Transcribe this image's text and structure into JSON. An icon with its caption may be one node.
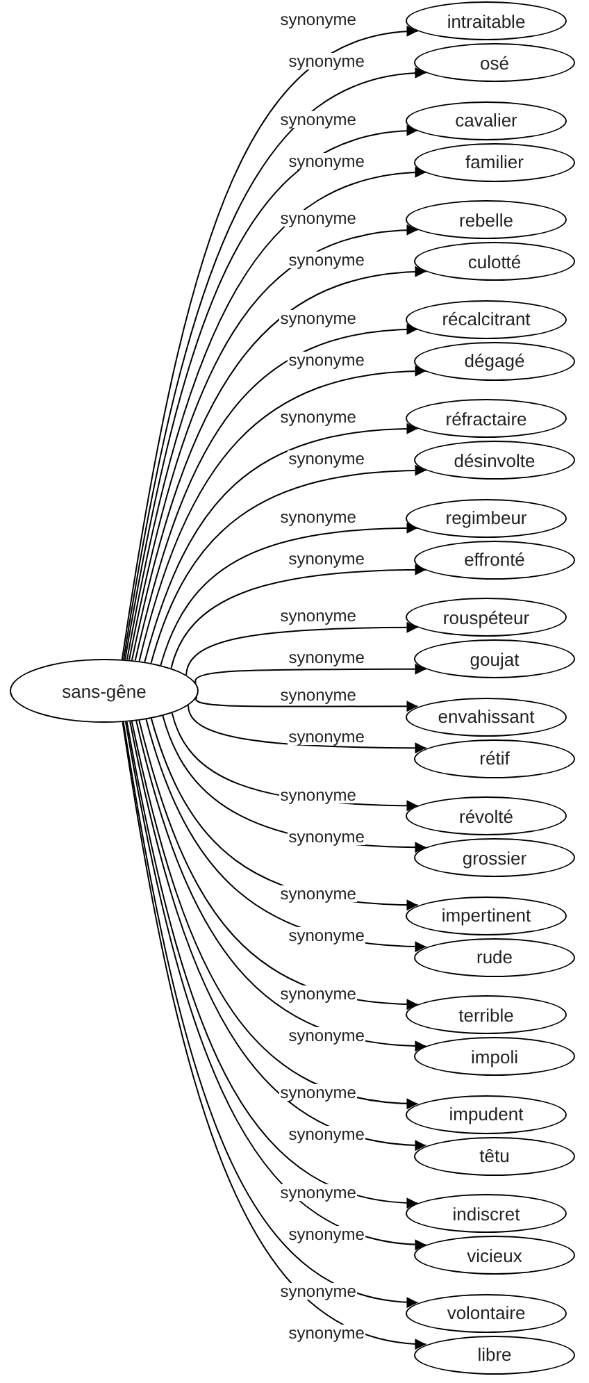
{
  "diagram": {
    "nodes": [
      {
        "text": [
          "sans-gêne"
        ]
      },
      {
        "text": [
          "intraitable"
        ]
      },
      {
        "text": [
          "osé"
        ]
      },
      {
        "text": [
          "cavalier"
        ]
      },
      {
        "text": [
          "familier"
        ]
      },
      {
        "text": [
          "rebelle"
        ]
      },
      {
        "text": [
          "culotté"
        ]
      },
      {
        "text": [
          "récalcitrant"
        ]
      },
      {
        "text": [
          "dégagé"
        ]
      },
      {
        "text": [
          "réfractaire"
        ]
      },
      {
        "text": [
          "désinvolte"
        ]
      },
      {
        "text": [
          "regimbeur"
        ]
      },
      {
        "text": [
          "effronté"
        ]
      },
      {
        "text": [
          "rouspéteur"
        ]
      },
      {
        "text": [
          "goujat"
        ]
      },
      {
        "text": [
          "envahissant"
        ]
      },
      {
        "text": [
          "rétif"
        ]
      },
      {
        "text": [
          "révolté"
        ]
      },
      {
        "text": [
          "grossier"
        ]
      },
      {
        "text": [
          "impertinent"
        ]
      },
      {
        "text": [
          "rude"
        ]
      },
      {
        "text": [
          "terrible"
        ]
      },
      {
        "text": [
          "impoli"
        ]
      },
      {
        "text": [
          "impudent"
        ]
      },
      {
        "text": [
          "têtu"
        ]
      },
      {
        "text": [
          "indiscret"
        ]
      },
      {
        "text": [
          "vicieux"
        ]
      },
      {
        "text": [
          "volontaire"
        ]
      },
      {
        "text": [
          "libre"
        ]
      }
    ],
    "edges": [
      {
        "from": 0,
        "to": 1,
        "arrow": "to",
        "label": "synonyme"
      },
      {
        "from": 0,
        "to": 2,
        "arrow": "to",
        "label": "synonyme"
      },
      {
        "from": 0,
        "to": 3,
        "arrow": "to",
        "label": "synonyme"
      },
      {
        "from": 0,
        "to": 4,
        "arrow": "to",
        "label": "synonyme"
      },
      {
        "from": 0,
        "to": 5,
        "arrow": "to",
        "label": "synonyme"
      },
      {
        "from": 0,
        "to": 6,
        "arrow": "to",
        "label": "synonyme"
      },
      {
        "from": 0,
        "to": 7,
        "arrow": "to",
        "label": "synonyme"
      },
      {
        "from": 0,
        "to": 8,
        "arrow": "to",
        "label": "synonyme"
      },
      {
        "from": 0,
        "to": 9,
        "arrow": "to",
        "label": "synonyme"
      },
      {
        "from": 0,
        "to": 10,
        "arrow": "to",
        "label": "synonyme"
      },
      {
        "from": 0,
        "to": 11,
        "arrow": "to",
        "label": "synonyme"
      },
      {
        "from": 0,
        "to": 12,
        "arrow": "to",
        "label": "synonyme"
      },
      {
        "from": 0,
        "to": 13,
        "arrow": "to",
        "label": "synonyme"
      },
      {
        "from": 0,
        "to": 14,
        "arrow": "to",
        "label": "synonyme"
      },
      {
        "from": 0,
        "to": 15,
        "arrow": "to",
        "label": "synonyme"
      },
      {
        "from": 0,
        "to": 16,
        "arrow": "to",
        "label": "synonyme"
      },
      {
        "from": 0,
        "to": 17,
        "arrow": "to",
        "label": "synonyme"
      },
      {
        "from": 0,
        "to": 18,
        "arrow": "to",
        "label": "synonyme"
      },
      {
        "from": 0,
        "to": 19,
        "arrow": "to",
        "label": "synonyme"
      },
      {
        "from": 0,
        "to": 20,
        "arrow": "to",
        "label": "synonyme"
      },
      {
        "from": 0,
        "to": 21,
        "arrow": "to",
        "label": "synonyme"
      },
      {
        "from": 0,
        "to": 22,
        "arrow": "to",
        "label": "synonyme"
      },
      {
        "from": 0,
        "to": 23,
        "arrow": "to",
        "label": "synonyme"
      },
      {
        "from": 0,
        "to": 24,
        "arrow": "to",
        "label": "synonyme"
      },
      {
        "from": 0,
        "to": 25,
        "arrow": "to",
        "label": "synonyme"
      },
      {
        "from": 0,
        "to": 26,
        "arrow": "to",
        "label": "synonyme"
      },
      {
        "from": 0,
        "to": 27,
        "arrow": "to",
        "label": "synonyme"
      },
      {
        "from": 0,
        "to": 28,
        "arrow": "to",
        "label": "synonyme"
      }
    ]
  }
}
